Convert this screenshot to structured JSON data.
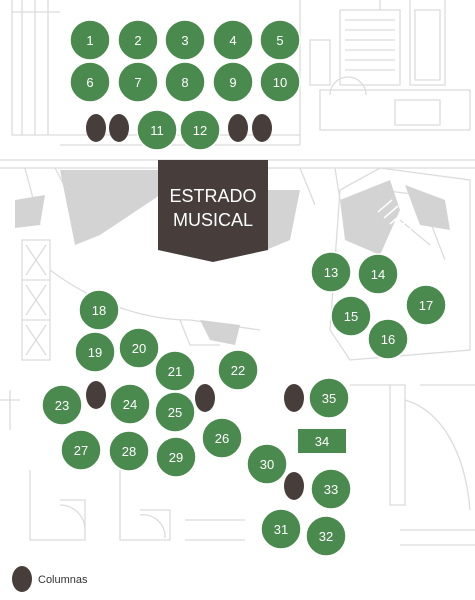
{
  "colors": {
    "table": "#4a8a4f",
    "table_border": "#ffffff",
    "stage": "#473e3b",
    "column": "#473e3b",
    "walls": "#dcdcdc",
    "floor_gray": "#d3d3d3",
    "stage_text": "#ffffff",
    "table_text": "#ffffff"
  },
  "stage": {
    "line1": "ESTRADO",
    "line2": "MUSICAL"
  },
  "legend": {
    "label": "Columnas",
    "icon": "column-ellipse-icon"
  },
  "tables": [
    {
      "id": "1",
      "shape": "circle"
    },
    {
      "id": "2",
      "shape": "circle"
    },
    {
      "id": "3",
      "shape": "circle"
    },
    {
      "id": "4",
      "shape": "circle"
    },
    {
      "id": "5",
      "shape": "circle"
    },
    {
      "id": "6",
      "shape": "circle"
    },
    {
      "id": "7",
      "shape": "circle"
    },
    {
      "id": "8",
      "shape": "circle"
    },
    {
      "id": "9",
      "shape": "circle"
    },
    {
      "id": "10",
      "shape": "circle"
    },
    {
      "id": "11",
      "shape": "circle"
    },
    {
      "id": "12",
      "shape": "circle"
    },
    {
      "id": "13",
      "shape": "circle"
    },
    {
      "id": "14",
      "shape": "circle"
    },
    {
      "id": "15",
      "shape": "circle"
    },
    {
      "id": "16",
      "shape": "circle"
    },
    {
      "id": "17",
      "shape": "circle"
    },
    {
      "id": "18",
      "shape": "circle"
    },
    {
      "id": "19",
      "shape": "circle"
    },
    {
      "id": "20",
      "shape": "circle"
    },
    {
      "id": "21",
      "shape": "circle"
    },
    {
      "id": "22",
      "shape": "circle"
    },
    {
      "id": "23",
      "shape": "circle"
    },
    {
      "id": "24",
      "shape": "circle"
    },
    {
      "id": "25",
      "shape": "circle"
    },
    {
      "id": "26",
      "shape": "circle"
    },
    {
      "id": "27",
      "shape": "circle"
    },
    {
      "id": "28",
      "shape": "circle"
    },
    {
      "id": "29",
      "shape": "circle"
    },
    {
      "id": "30",
      "shape": "circle"
    },
    {
      "id": "31",
      "shape": "circle"
    },
    {
      "id": "32",
      "shape": "circle"
    },
    {
      "id": "33",
      "shape": "circle"
    },
    {
      "id": "34",
      "shape": "rectangle"
    },
    {
      "id": "35",
      "shape": "circle"
    }
  ]
}
